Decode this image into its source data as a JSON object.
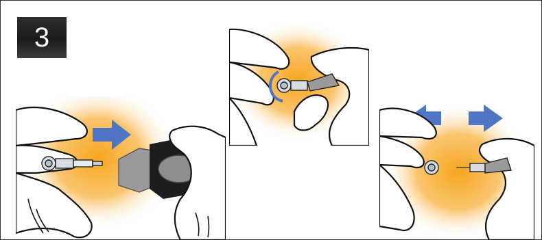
{
  "step": {
    "number": "3"
  },
  "panels": [
    {
      "id": "insert-needle",
      "arrow_direction": "right"
    },
    {
      "id": "twist-cap",
      "arrow_direction": "rotate"
    },
    {
      "id": "separate",
      "arrow_direction": "outward"
    }
  ],
  "colors": {
    "glow": "#f7a51c",
    "arrow": "#4f76c4",
    "ink": "#111111",
    "needle_body": "#d7dde3",
    "device_dark": "#1d1d1d",
    "device_grey": "#9a9a9a"
  }
}
